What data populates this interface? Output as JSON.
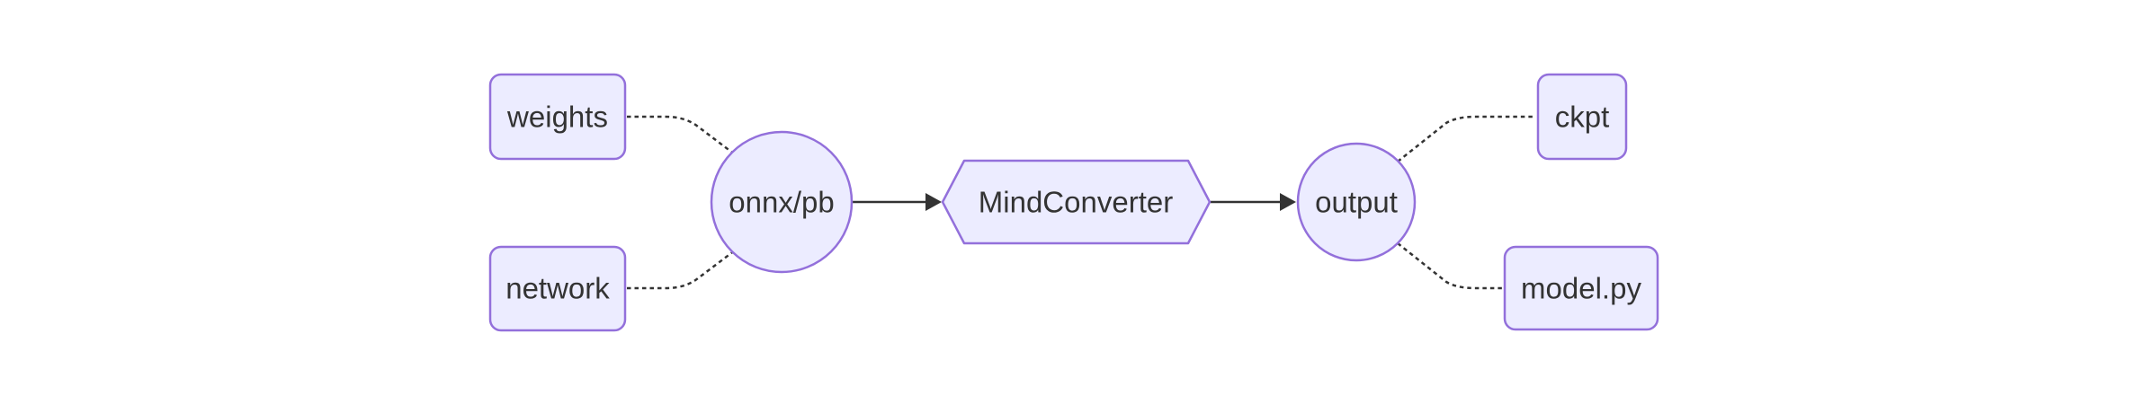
{
  "diagram": {
    "type": "flowchart",
    "direction": "left-to-right",
    "background_color": "#ffffff",
    "node_fill_color": "#ECECFF",
    "node_border_color": "#9370DB",
    "edge_color": "#333333",
    "text_color": "#333333",
    "nodes": {
      "weights": {
        "label": "weights",
        "shape": "rounded-rect"
      },
      "network": {
        "label": "network",
        "shape": "rounded-rect"
      },
      "onnx_pb": {
        "label": "onnx/pb",
        "shape": "circle"
      },
      "mindconverter": {
        "label": "MindConverter",
        "shape": "hexagon"
      },
      "output": {
        "label": "output",
        "shape": "circle"
      },
      "ckpt": {
        "label": "ckpt",
        "shape": "rounded-rect"
      },
      "model_py": {
        "label": "model.py",
        "shape": "rounded-rect"
      }
    },
    "edges": [
      {
        "from": "weights",
        "to": "onnx_pb",
        "style": "dotted",
        "arrow": false
      },
      {
        "from": "network",
        "to": "onnx_pb",
        "style": "dotted",
        "arrow": false
      },
      {
        "from": "onnx_pb",
        "to": "mindconverter",
        "style": "solid",
        "arrow": true
      },
      {
        "from": "mindconverter",
        "to": "output",
        "style": "solid",
        "arrow": true
      },
      {
        "from": "output",
        "to": "ckpt",
        "style": "dotted",
        "arrow": false
      },
      {
        "from": "output",
        "to": "model_py",
        "style": "dotted",
        "arrow": false
      }
    ]
  }
}
